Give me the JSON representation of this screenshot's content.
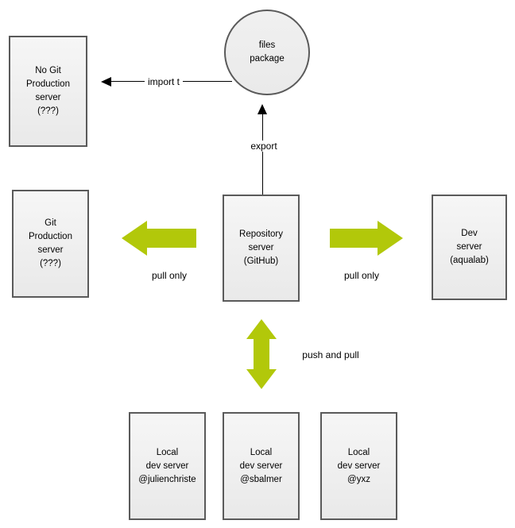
{
  "diagram_title": "git-repository-workflow-diagram",
  "colors": {
    "arrow_green": "#b2c80a",
    "box_border": "#5a5a5a",
    "line_color": "#000000",
    "canvas_bg": "#ffffff"
  },
  "nodes": {
    "no_git_production_server": {
      "label": "No Git\nProduction\nserver\n(???)"
    },
    "files_package": {
      "label": "files\npackage"
    },
    "git_production_server": {
      "label": "Git\nProduction\nserver\n(???)"
    },
    "repository_server": {
      "label": "Repository\nserver\n(GitHub)"
    },
    "dev_server": {
      "label": "Dev\nserver\n(aqualab)"
    },
    "local_dev_julienchriste": {
      "label": "Local\ndev server\n@julienchriste"
    },
    "local_dev_sbalmer": {
      "label": "Local\ndev server\n@sbalmer"
    },
    "local_dev_yxz": {
      "label": "Local\ndev server\n@yxz"
    }
  },
  "edges": {
    "import": {
      "label": "import t"
    },
    "export": {
      "label": "export"
    },
    "pull_only_left": {
      "label": "pull only"
    },
    "pull_only_right": {
      "label": "pull only"
    },
    "push_and_pull": {
      "label": "push and pull"
    }
  }
}
